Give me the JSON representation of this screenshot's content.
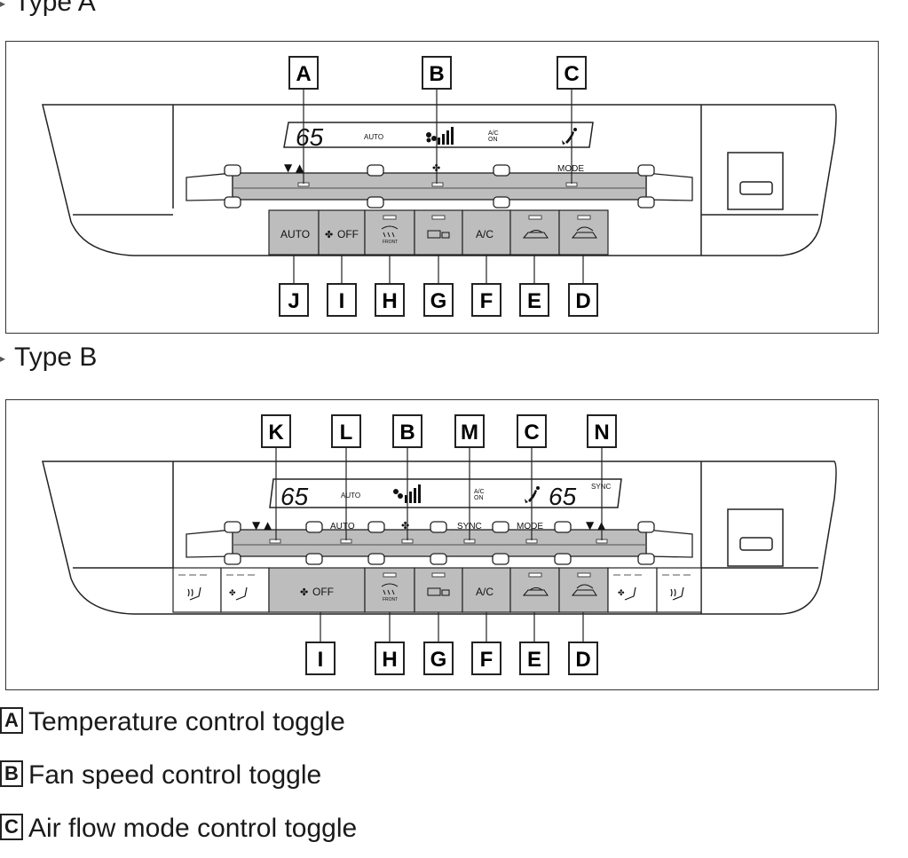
{
  "type_a": {
    "heading": "Type A",
    "display": {
      "temp": "65",
      "auto": "AUTO",
      "ac": "A/C\nON"
    },
    "toggle_labels": {
      "mode": "MODE"
    },
    "buttons": {
      "auto": "AUTO",
      "fan_off": "OFF",
      "front": "FRONT",
      "ac": "A/C"
    },
    "callouts_top": [
      "A",
      "B",
      "C"
    ],
    "callouts_bottom": [
      "J",
      "I",
      "H",
      "G",
      "F",
      "E",
      "D"
    ]
  },
  "type_b": {
    "heading": "Type B",
    "display": {
      "temp_left": "65",
      "auto": "AUTO",
      "ac": "A/C\nON",
      "temp_right": "65",
      "sync": "SYNC"
    },
    "toggle_labels": {
      "auto": "AUTO",
      "sync": "SYNC",
      "mode": "MODE"
    },
    "buttons": {
      "fan_off": "OFF",
      "front": "FRONT",
      "ac": "A/C"
    },
    "callouts_top": [
      "K",
      "L",
      "B",
      "M",
      "C",
      "N"
    ],
    "callouts_bottom": [
      "I",
      "H",
      "G",
      "F",
      "E",
      "D"
    ]
  },
  "legend": [
    {
      "key": "A",
      "text": "Temperature control toggle"
    },
    {
      "key": "B",
      "text": "Fan speed control toggle"
    },
    {
      "key": "C",
      "text": "Air flow mode control toggle"
    }
  ]
}
